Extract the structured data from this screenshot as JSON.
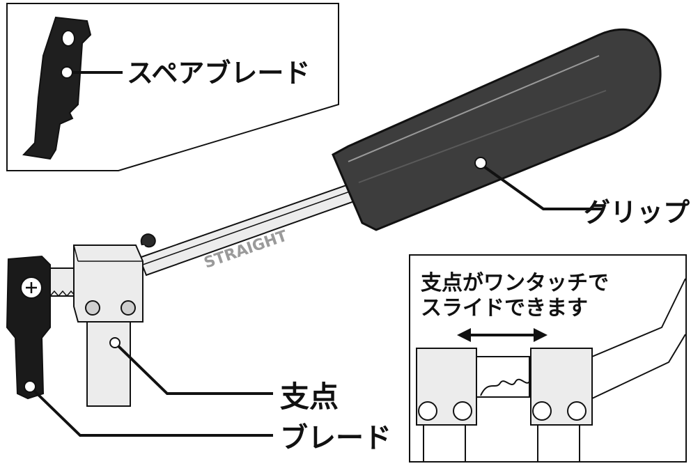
{
  "labels": {
    "spare_blade": "スペアブレード",
    "grip": "グリップ",
    "fulcrum": "支点",
    "blade": "ブレード"
  },
  "shaft_marking": "STRAIGHT",
  "inset": {
    "line1": "支点がワンタッチで",
    "line2": "スライドできます"
  },
  "colors": {
    "grip": "#3d3d3d",
    "blade": "#1a1a1a",
    "metal": "#e9e9e9",
    "outline": "#111111"
  }
}
